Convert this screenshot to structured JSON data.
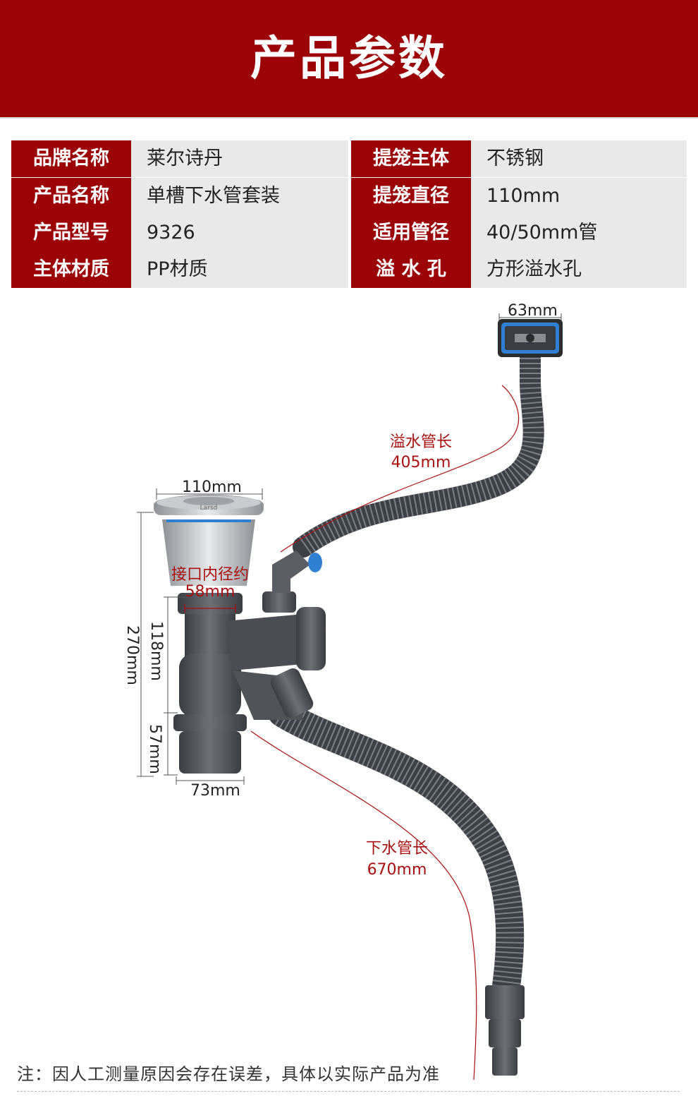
{
  "header": {
    "title": "产品参数"
  },
  "specs": [
    {
      "key": "品牌名称",
      "value": "莱尔诗丹"
    },
    {
      "key": "提笼主体",
      "value": "不锈钢"
    },
    {
      "key": "产品名称",
      "value": "单槽下水管套装"
    },
    {
      "key": "提笼直径",
      "value": "110mm"
    },
    {
      "key": "产品型号",
      "value": "9326"
    },
    {
      "key": "适用管径",
      "value": "40/50mm管"
    },
    {
      "key": "主体材质",
      "value": "PP材质"
    },
    {
      "key": "溢 水 孔",
      "value": "方形溢水孔"
    }
  ],
  "diagram": {
    "overflow_width": "63mm",
    "overflow_pipe_name": "溢水管长",
    "overflow_pipe_length": "405mm",
    "basket_diameter": "110mm",
    "brand_mark": "Larsd",
    "inner_diameter_name": "接口内径约",
    "inner_diameter": "58mm",
    "total_height": "270mm",
    "upper_height": "118mm",
    "lower_height": "57mm",
    "bottom_width": "73mm",
    "drain_pipe_name": "下水管长",
    "drain_pipe_length": "670mm"
  },
  "note": "注：因人工测量原因会存在误差，具体以实际产品为准",
  "colors": {
    "brand_red": "#9b0307",
    "label_red": "#a81010",
    "pipe_gray": "#4e5157",
    "overflow_blue": "#2f7fd2"
  }
}
